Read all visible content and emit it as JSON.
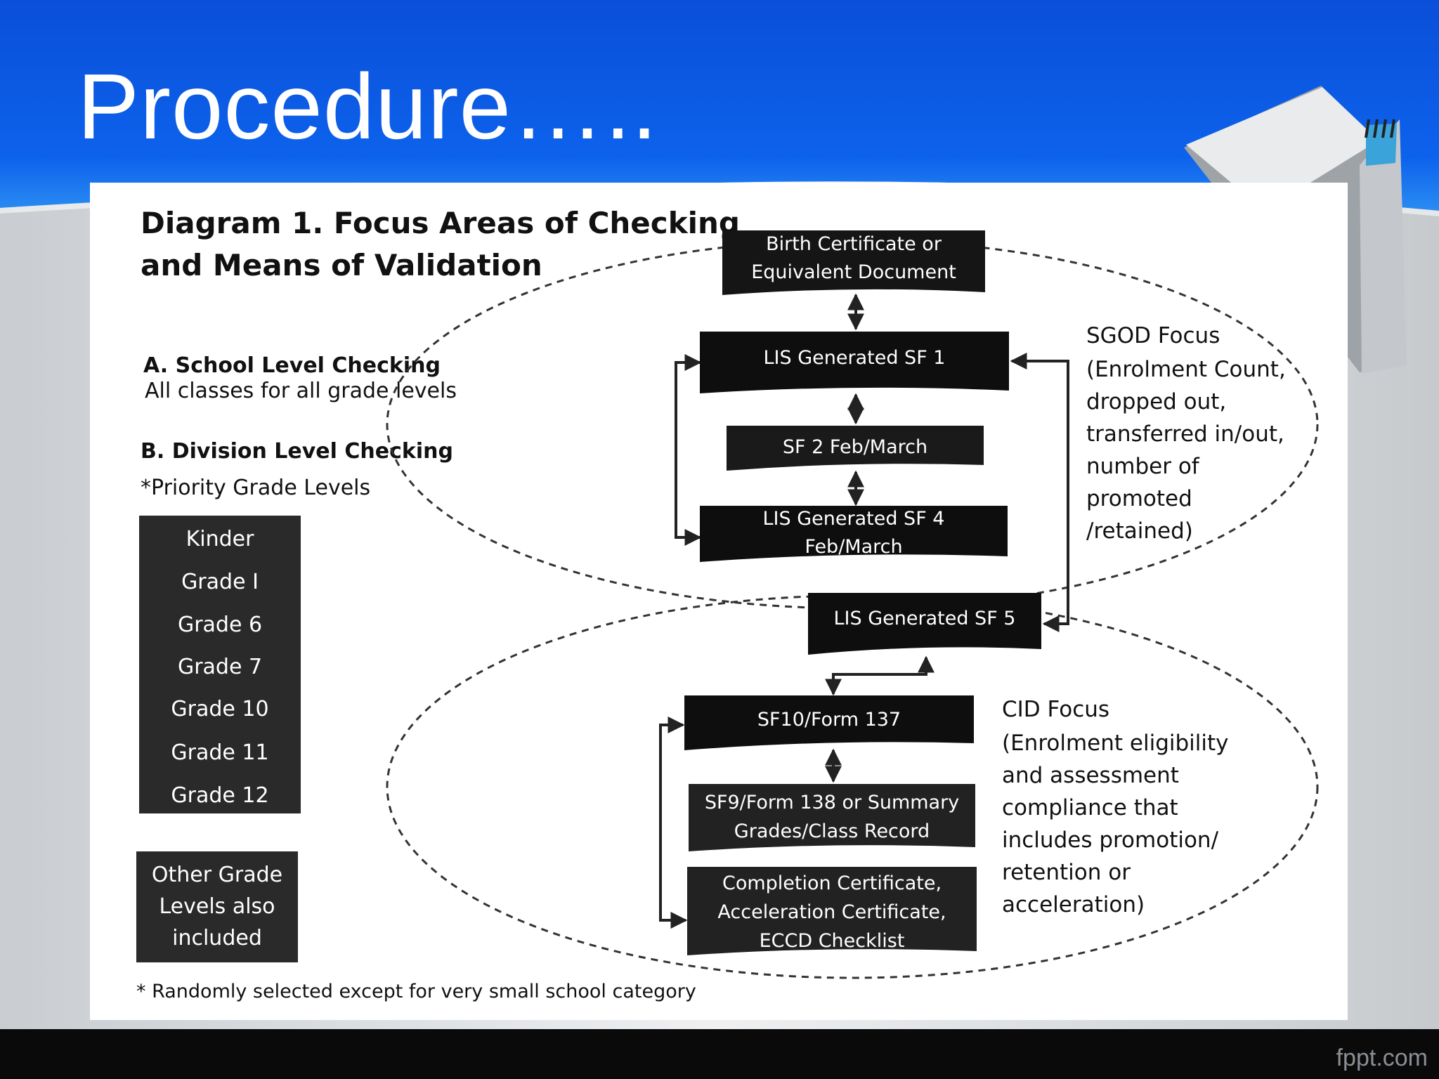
{
  "slide": {
    "title": "Procedure…..",
    "footer_brand": "fppt.com",
    "colors": {
      "header_blue": "#0a55e0",
      "header_blue_light": "#2c8cf0",
      "footer_black": "#0a0a0a",
      "box_dark": "#111111"
    }
  },
  "diagram": {
    "title_line1": "Diagram 1. Focus Areas of Checking",
    "title_line2": "and Means of Validation",
    "section_a_title": "A. School  Level  Checking",
    "section_a_desc": "All classes for all grade levels",
    "section_b_title": "B. Division  Level Checking",
    "section_b_desc": "*Priority Grade Levels",
    "priority_grades": [
      "Kinder",
      "Grade I",
      "Grade 6",
      "Grade 7",
      "Grade 10",
      "Grade 11",
      "Grade 12"
    ],
    "other_grades": [
      "Other Grade",
      "Levels  also",
      "included"
    ],
    "footnote": "* Randomly selected except for very small school category",
    "boxes": {
      "birth_cert": [
        "Birth Certificate or",
        "Equivalent Document"
      ],
      "sf1": "LIS Generated SF 1",
      "sf2": "SF 2 Feb/March",
      "sf4": [
        "LIS Generated SF 4",
        "Feb/March"
      ],
      "sf5": "LIS Generated SF 5",
      "sf10": "SF10/Form 137",
      "sf9": [
        "SF9/Form 138 or Summary",
        "Grades/Class Record"
      ],
      "completion": [
        "Completion Certificate,",
        "Acceleration Certificate,",
        "ECCD Checklist"
      ]
    },
    "sgod_focus": [
      "SGOD Focus",
      "(Enrolment Count,",
      "dropped out,",
      "transferred in/out,",
      "number of",
      "promoted",
      "/retained)"
    ],
    "cid_focus": [
      "CID Focus",
      "(Enrolment eligibility",
      "and assessment",
      "compliance that",
      "includes promotion/",
      "retention or",
      "acceleration)"
    ]
  }
}
